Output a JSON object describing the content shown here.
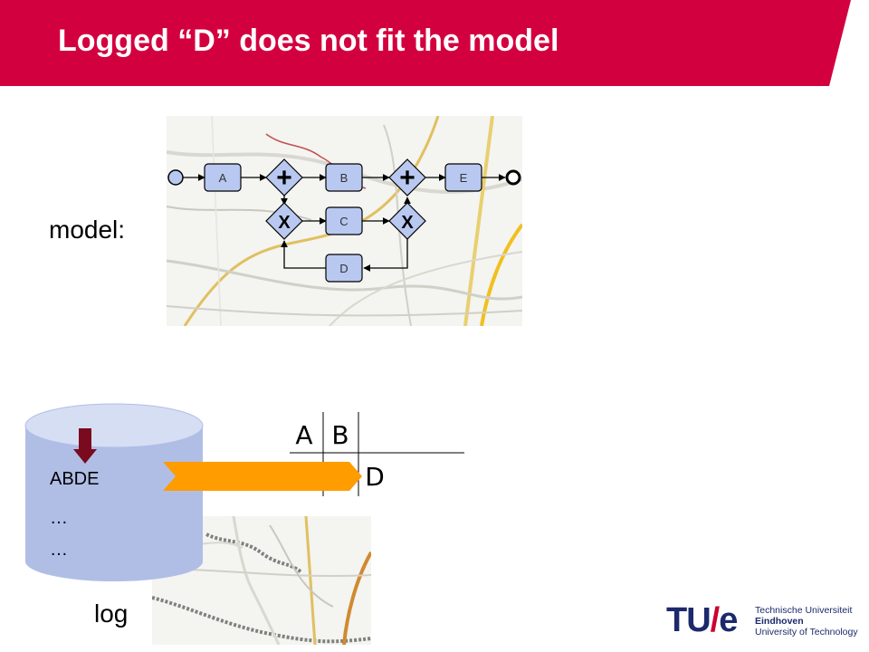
{
  "slide": {
    "title": "Logged “D” does not fit the model",
    "model_label": "model:",
    "log_label": "log"
  },
  "model": {
    "tasks": [
      "A",
      "B",
      "C",
      "D",
      "E"
    ],
    "gateways": {
      "parallel": "+",
      "exclusive": "X"
    }
  },
  "log": {
    "traces": [
      "ABDE",
      "…",
      "…"
    ]
  },
  "alignment": {
    "top_row": [
      "A",
      "B"
    ],
    "bottom_row": [
      "D"
    ]
  },
  "logo": {
    "tu": "TU",
    "slash": "/",
    "e": "e",
    "line1": "Technische Universiteit",
    "line2": "Eindhoven",
    "line3": "University of Technology"
  },
  "colors": {
    "header": "#d3003f",
    "task_fill": "#b8c8f0",
    "cylinder": "#b0bee6",
    "arrow": "#ff9c00",
    "down_arrow": "#7a0a1e"
  }
}
